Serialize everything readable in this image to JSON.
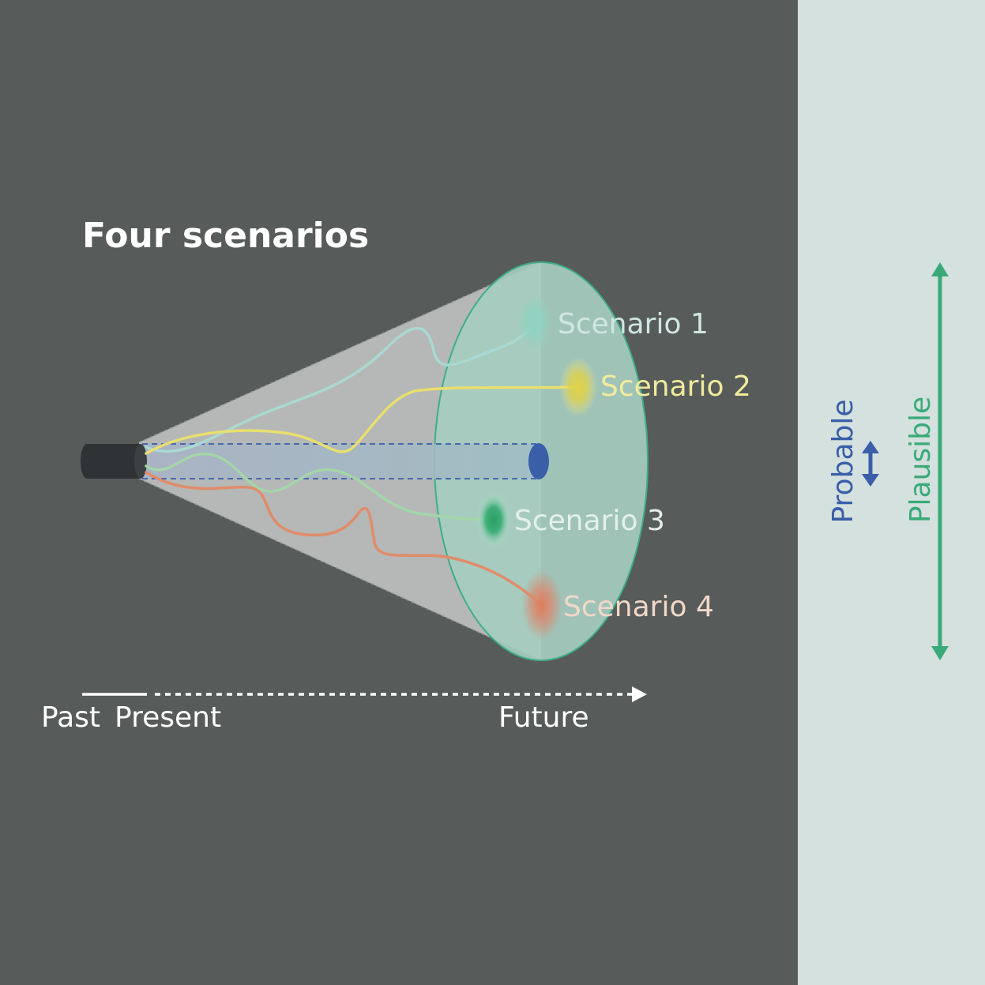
{
  "title": "Four scenarios",
  "scenarios": [
    {
      "label": "Scenario 1",
      "color": "#8fd3c0",
      "text_color": "#cfe6e3"
    },
    {
      "label": "Scenario 2",
      "color": "#e8e070",
      "text_color": "#f0ec9c"
    },
    {
      "label": "Scenario 3",
      "color": "#2faa6e",
      "text_color": "#d9efe3"
    },
    {
      "label": "Scenario 4",
      "color": "#e08a6e",
      "text_color": "#f2d8c8"
    }
  ],
  "timeline": {
    "past": "Past",
    "present": "Present",
    "future": "Future"
  },
  "side_panel": {
    "probable": "Probable",
    "plausible": "Plausible",
    "probable_color": "#3a5ea8",
    "plausible_color": "#3aaa78",
    "background": "#d4e1de"
  },
  "colors": {
    "background": "#575b5a",
    "cone": "#b5b8b6",
    "future_disc": "#a6ccc0",
    "probable_tube": "#a9b4c6",
    "present_cylinder": "#2f3335"
  }
}
